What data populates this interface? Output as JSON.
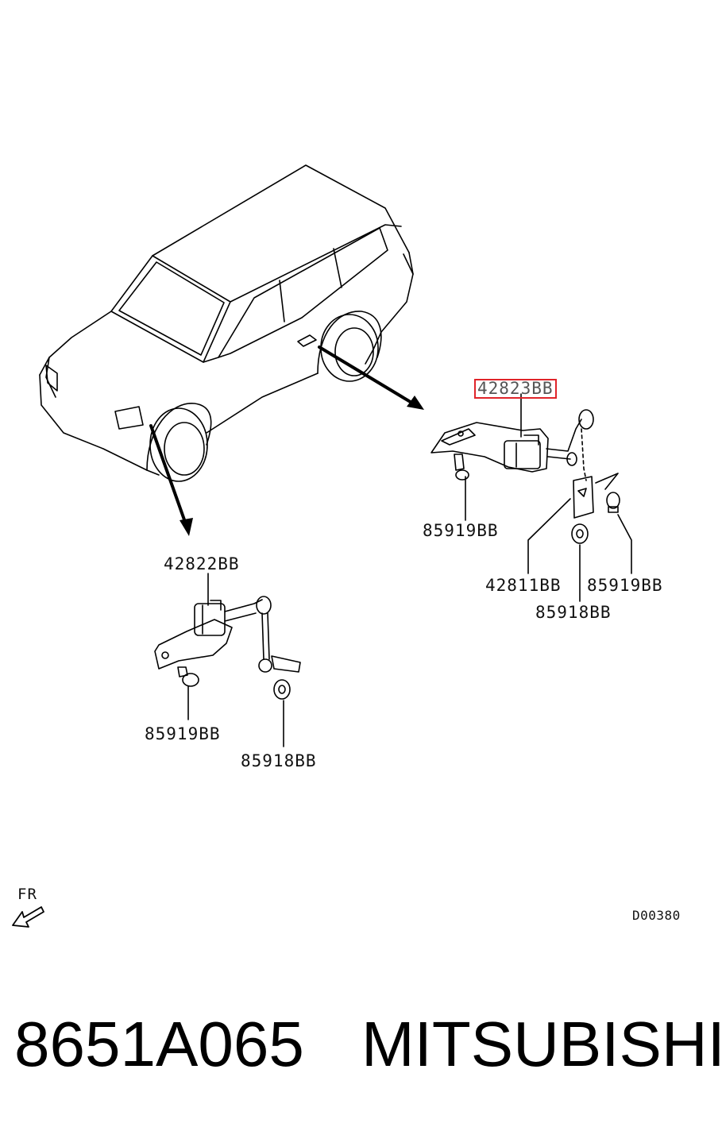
{
  "labels": {
    "p42823": "42823BB",
    "p42822": "42822BB",
    "p85919_right": "85919BB",
    "p42811": "42811BB",
    "p85919_far": "85919BB",
    "p85918_right": "85918BB",
    "p85919_left": "85919BB",
    "p85918_left": "85918BB"
  },
  "direction_label": "FR",
  "diagram_code": "D00380",
  "footer": {
    "part_number": "8651A065",
    "brand": "MITSUBISHI"
  },
  "colors": {
    "highlight_box": "#e0242a",
    "line": "#000000"
  },
  "highlighted_part": "42823BB"
}
